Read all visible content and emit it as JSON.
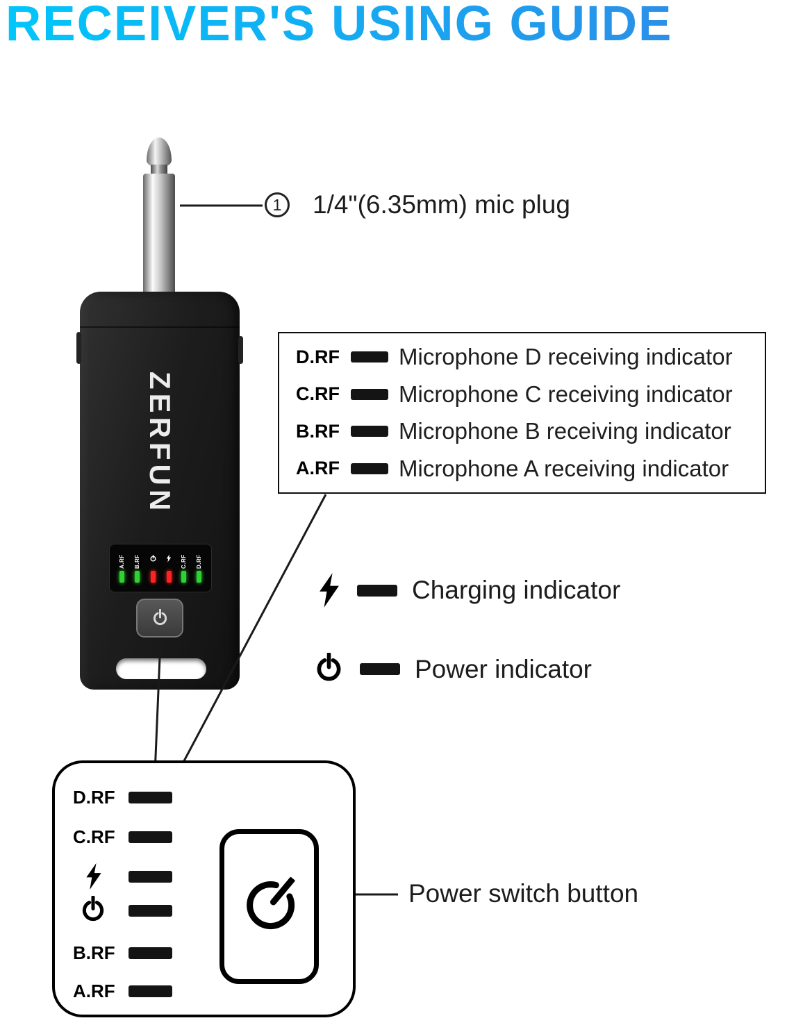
{
  "title": "RECEIVER'S USING GUIDE",
  "device": {
    "brand": "ZERFUN",
    "led_panel": {
      "labels": [
        "A.RF",
        "B.RF",
        "power-icon",
        "charge-icon",
        "C.RF",
        "D.RF"
      ],
      "led_colors": [
        "green",
        "green",
        "red",
        "red",
        "green",
        "green"
      ]
    }
  },
  "callouts": {
    "mic_plug": {
      "number": "1",
      "label": "1/4\"(6.35mm) mic plug"
    },
    "rf_box": {
      "rows": [
        {
          "label": "D.RF",
          "description": "Microphone D receiving indicator"
        },
        {
          "label": "C.RF",
          "description": "Microphone C receiving indicator"
        },
        {
          "label": "B.RF",
          "description": "Microphone B receiving indicator"
        },
        {
          "label": "A.RF",
          "description": "Microphone A receiving indicator"
        }
      ]
    },
    "charging_indicator": "Charging indicator",
    "power_indicator": "Power indicator",
    "power_switch": "Power switch button"
  },
  "bottom_panel": {
    "rows": [
      {
        "label": "D.RF"
      },
      {
        "label": "C.RF"
      },
      {
        "label": "charge-icon"
      },
      {
        "label": "power-icon"
      },
      {
        "label": "B.RF"
      },
      {
        "label": "A.RF"
      }
    ]
  },
  "colors": {
    "title_gradient_start": "#00c6fa",
    "title_gradient_end": "#2b8fe8",
    "led_green": "#2fd133",
    "led_red": "#ff2222",
    "device_black": "#1d1d1d"
  }
}
